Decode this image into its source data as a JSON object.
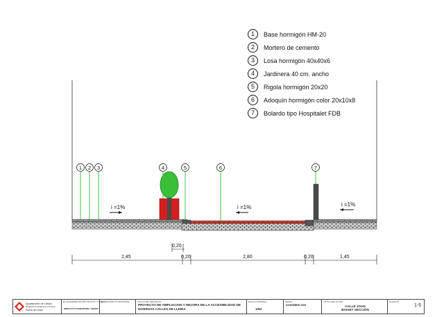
{
  "legend": [
    {
      "num": "1",
      "label": "Base hormigón HM-20"
    },
    {
      "num": "2",
      "label": "Mortero de cemento"
    },
    {
      "num": "3",
      "label": "Losa hormigón 40x40x6"
    },
    {
      "num": "4",
      "label": "Jardinera 40 cm. ancho"
    },
    {
      "num": "5",
      "label": "Rigola hormigón 20x20"
    },
    {
      "num": "6",
      "label": "Adoquín hormigón color 20x10x8"
    },
    {
      "num": "7",
      "label": "Bolardo tipo Hospitalet FDB"
    }
  ],
  "section": {
    "markers": [
      "1",
      "2",
      "3",
      "4",
      "5",
      "6",
      "7"
    ],
    "slopes": [
      "i =1%",
      "i =1%",
      "i =1%"
    ],
    "dimensions": {
      "rigola_top": "0,20",
      "segments": [
        "2,45",
        "0,20",
        "2,80",
        "0,20",
        "1,45"
      ]
    }
  },
  "title_block": {
    "org_line1": "Ajuntament de Lleida",
    "org_line2": "Regidoria d'Urbanisme i Territori",
    "org_line3": "Paeria de Lleida",
    "cells": [
      {
        "label": "EL INGENIERO DE PROYECTOS Y OBRAS",
        "value": "DIRECCIÓ D'URBANISME I OBRES"
      },
      {
        "label": "EL ARQUITECTO MUNICIPAL",
        "value": ""
      },
      {
        "label": "TÍTULO DEL PROYECTO",
        "value": "PROYECTO DE AMPLIACION Y MEJORA DE LA ACCESIBILIDAD DE DIVERSAS CALLES DE LLEIDA"
      },
      {
        "label": "ESCALA ORIGINAL",
        "value": "1/50"
      },
      {
        "label": "FECHA",
        "value": "DICIEMBRE 2009"
      },
      {
        "label": "TÍTULO DEL PLANO",
        "value": "CALLE JOAN BAIGET SECCIÓN"
      },
      {
        "label": "PLANO Nº",
        "value": "1-5"
      }
    ]
  },
  "colors": {
    "green_line": "#3fbf3f",
    "tree_green": "#38c038",
    "planter_red": "#d41f1f",
    "brick_red": "#c8382c"
  }
}
